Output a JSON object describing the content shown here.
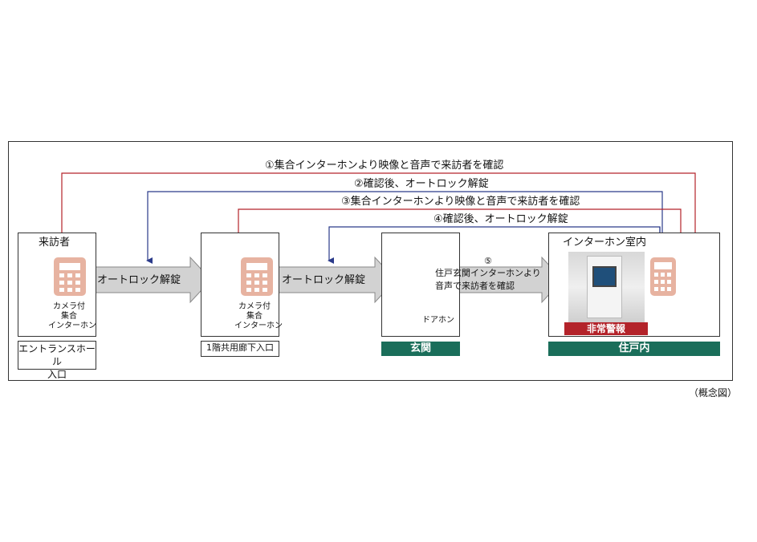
{
  "flows": {
    "f1": "①集合インターホンより映像と音声で来訪者を確認",
    "f2": "②確認後、オートロック解錠",
    "f3": "③集合インターホンより映像と音声で来訪者を確認",
    "f4": "④確認後、オートロック解錠",
    "f5_num": "⑤",
    "f5_line1": "住戸玄関インターホンより",
    "f5_line2": "音声で来訪者を確認"
  },
  "zones": {
    "visitor": {
      "title": "来訪者",
      "device_line1": "カメラ付",
      "device_line2": "集合",
      "device_line3": "インターホン",
      "place_line1": "エントランスホール",
      "place_line2": "入口"
    },
    "floor1": {
      "device_line1": "カメラ付",
      "device_line2": "集合",
      "device_line3": "インターホン",
      "place": "1階共用廊下入口"
    },
    "entrance": {
      "device": "ドアホン",
      "place": "玄関"
    },
    "room": {
      "title": "インターホン室内",
      "alarm": "非常警報",
      "place": "住戸内"
    }
  },
  "arrows": {
    "unlock1": "オートロック解錠",
    "unlock2": "オートロック解錠"
  },
  "caption": "（概念図）",
  "colors": {
    "red_line": "#b3232a",
    "navy_line": "#2a3a8a",
    "green_band": "#1a6e5a",
    "intercom": "#e7b3a1"
  }
}
